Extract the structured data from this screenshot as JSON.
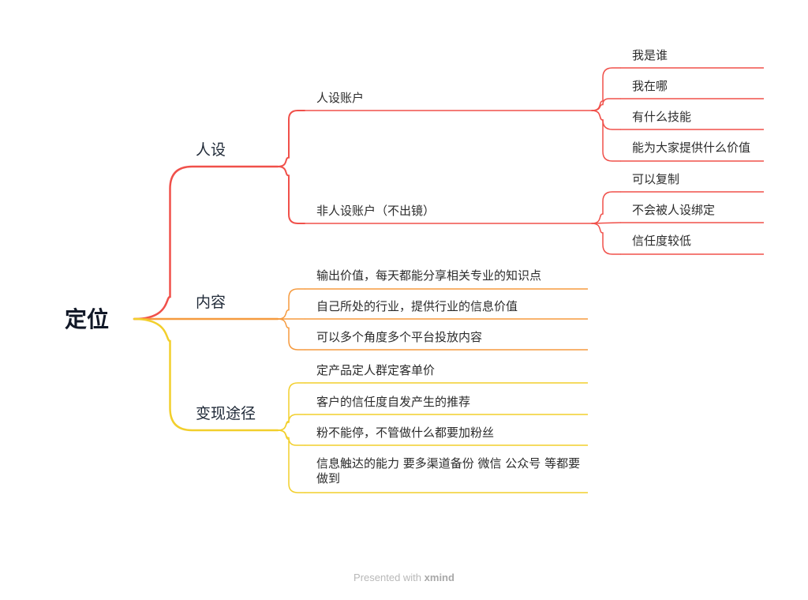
{
  "root": {
    "label": "定位"
  },
  "colors": {
    "persona": "#f0504a",
    "content": "#f59a3e",
    "monetize": "#f2cf2c"
  },
  "branches": [
    {
      "label": "人设",
      "children": [
        {
          "label": "人设账户",
          "children": [
            "我是谁",
            "我在哪",
            "有什么技能",
            "能为大家提供什么价值"
          ]
        },
        {
          "label": "非人设账户（不出镜）",
          "children": [
            "可以复制",
            "不会被人设绑定",
            "信任度较低"
          ]
        }
      ]
    },
    {
      "label": "内容",
      "children": [
        {
          "label": "输出价值，每天都能分享相关专业的知识点"
        },
        {
          "label": "自己所处的行业，提供行业的信息价值"
        },
        {
          "label": "可以多个角度多个平台投放内容"
        }
      ]
    },
    {
      "label": "变现途径",
      "children": [
        {
          "label": "定产品定人群定客单价"
        },
        {
          "label": "客户的信任度自发产生的推荐"
        },
        {
          "label": "粉不能停，不管做什么都要加粉丝"
        },
        {
          "label": "信息触达的能力 要多渠道备份  微信 公众号 等都要做到"
        }
      ]
    }
  ],
  "footer": {
    "prefix": "Presented with",
    "brand": "xmind"
  }
}
